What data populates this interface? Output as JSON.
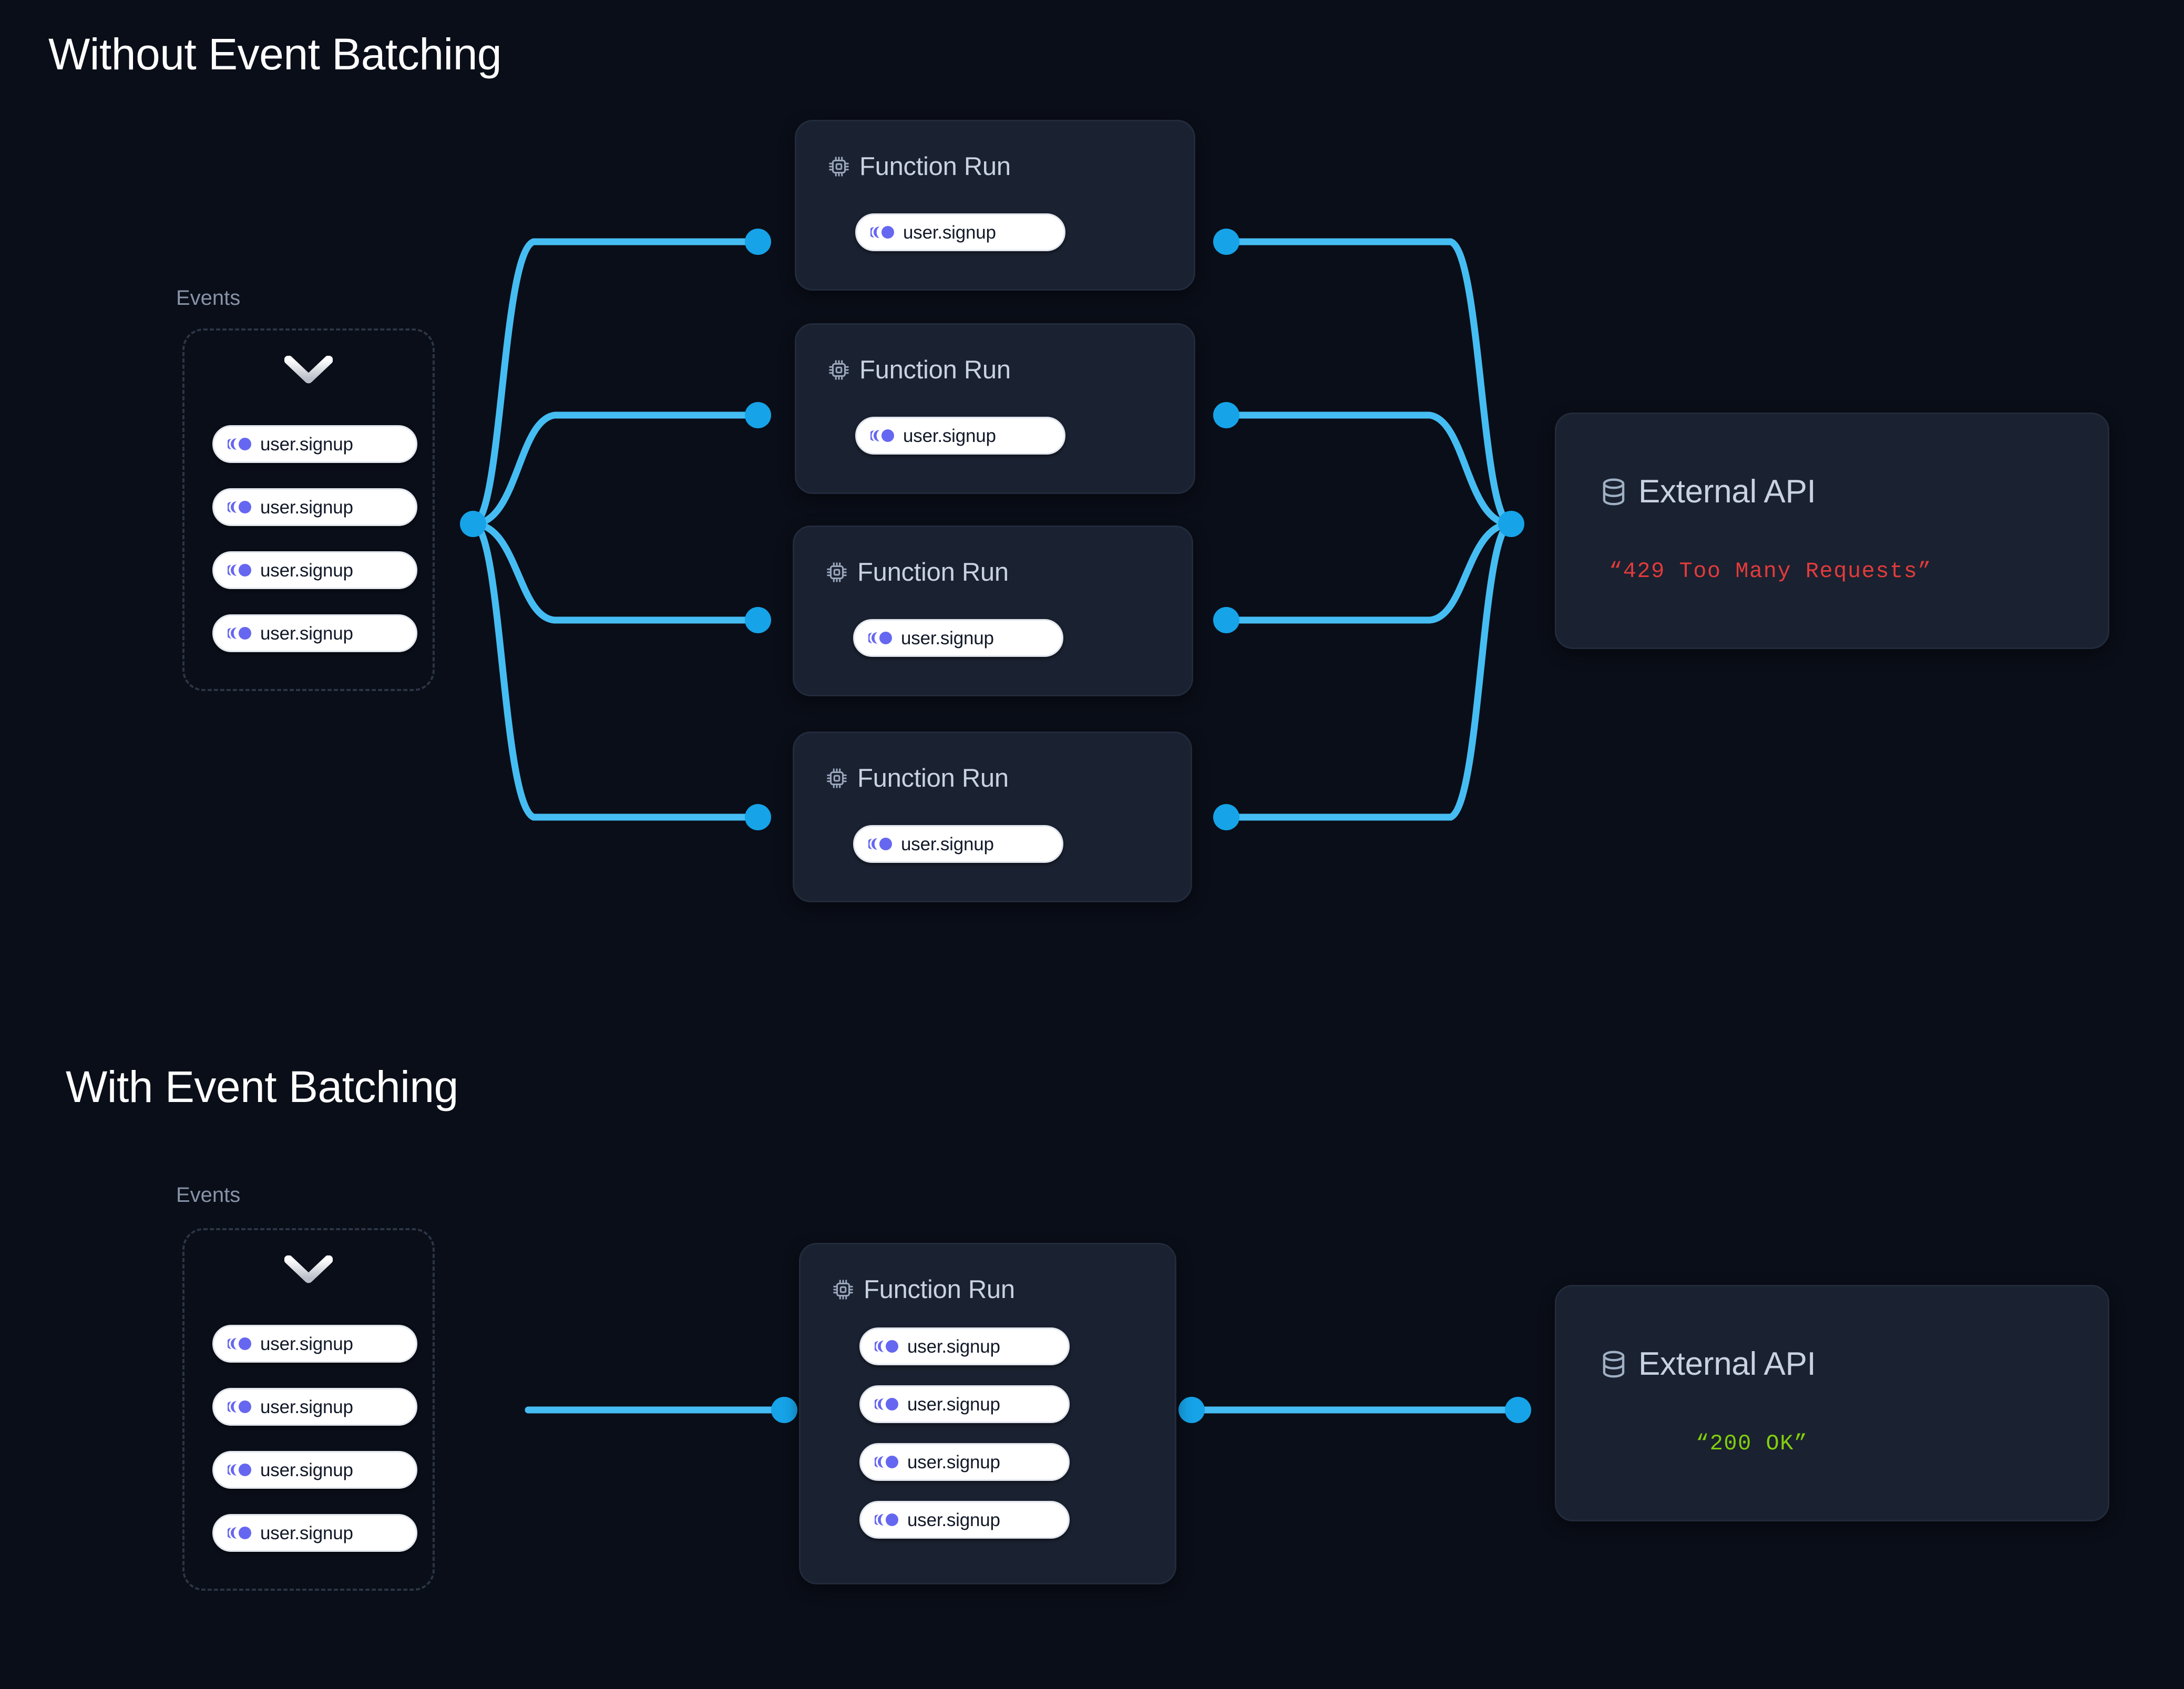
{
  "theme": {
    "page_bg": "#0a0e18",
    "card_bg": "#1a2130",
    "card_border": "#222b3c",
    "edge_color": "#2ca9e8",
    "edge_color_light": "#45bdf3",
    "dashed_border": "#2b3545",
    "pill_bg": "#ffffff",
    "pill_text": "#111827",
    "inngest_purple": "#6667f0",
    "heading_color": "#ffffff",
    "muted_text": "#8793a8",
    "card_title": "#c8d2e0",
    "error_red": "#e23b3b",
    "success_green": "#82cf0b"
  },
  "sections": [
    {
      "id": "without-batching",
      "title": "Without Event Batching",
      "events_label": "Events",
      "chevron_icon": "chevron-down-icon",
      "source_events": [
        {
          "label": "user.signup",
          "icon": "inngest-event-icon"
        },
        {
          "label": "user.signup",
          "icon": "inngest-event-icon"
        },
        {
          "label": "user.signup",
          "icon": "inngest-event-icon"
        },
        {
          "label": "user.signup",
          "icon": "inngest-event-icon"
        }
      ],
      "function_runs": [
        {
          "title": "Function Run",
          "icon": "cpu-chip-icon",
          "events": [
            {
              "label": "user.signup"
            }
          ]
        },
        {
          "title": "Function Run",
          "icon": "cpu-chip-icon",
          "events": [
            {
              "label": "user.signup"
            }
          ]
        },
        {
          "title": "Function Run",
          "icon": "cpu-chip-icon",
          "events": [
            {
              "label": "user.signup"
            }
          ]
        },
        {
          "title": "Function Run",
          "icon": "cpu-chip-icon",
          "events": [
            {
              "label": "user.signup"
            }
          ]
        }
      ],
      "api": {
        "title": "External API",
        "icon": "database-icon",
        "status": "“429 Too Many Requests”",
        "status_color": "#e23b3b"
      }
    },
    {
      "id": "with-batching",
      "title": "With Event Batching",
      "events_label": "Events",
      "chevron_icon": "chevron-down-icon",
      "source_events": [
        {
          "label": "user.signup",
          "icon": "inngest-event-icon"
        },
        {
          "label": "user.signup",
          "icon": "inngest-event-icon"
        },
        {
          "label": "user.signup",
          "icon": "inngest-event-icon"
        },
        {
          "label": "user.signup",
          "icon": "inngest-event-icon"
        }
      ],
      "function_runs": [
        {
          "title": "Function Run",
          "icon": "cpu-chip-icon",
          "events": [
            {
              "label": "user.signup"
            },
            {
              "label": "user.signup"
            },
            {
              "label": "user.signup"
            },
            {
              "label": "user.signup"
            }
          ]
        }
      ],
      "api": {
        "title": "External API",
        "icon": "database-icon",
        "status": "“200 OK”",
        "status_color": "#82cf0b"
      }
    }
  ]
}
